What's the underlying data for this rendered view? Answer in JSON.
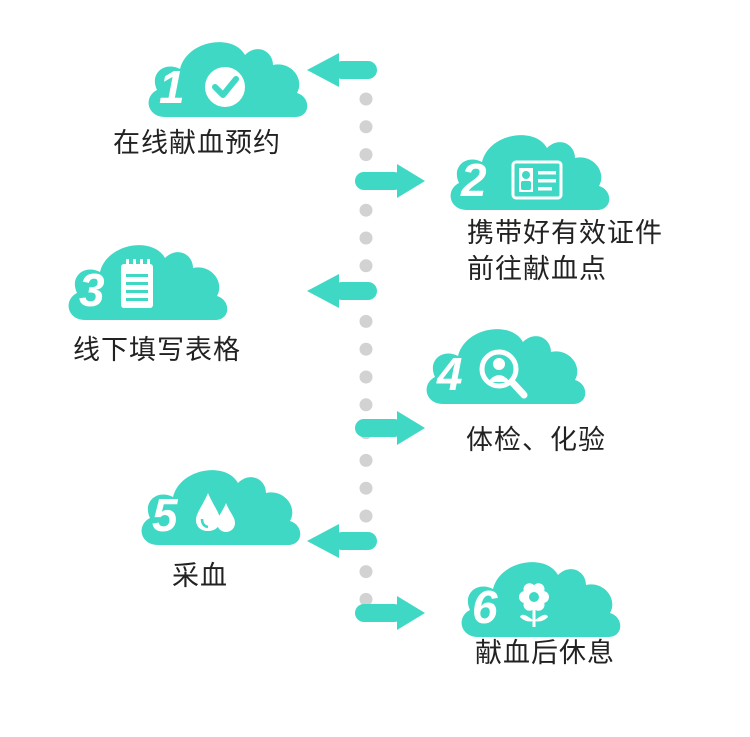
{
  "colors": {
    "accent": "#3fd8c5",
    "dots": "#d2d2d2",
    "text": "#222222",
    "icon_fill": "#ffffff"
  },
  "steps": [
    {
      "number": "1",
      "icon": "check-circle-icon",
      "label_lines": [
        "在线献血预约"
      ],
      "side": "left"
    },
    {
      "number": "2",
      "icon": "id-card-icon",
      "label_lines": [
        "携带好有效证件",
        "前往献血点"
      ],
      "side": "right"
    },
    {
      "number": "3",
      "icon": "notepad-icon",
      "label_lines": [
        "线下填写表格"
      ],
      "side": "left"
    },
    {
      "number": "4",
      "icon": "magnify-person-icon",
      "label_lines": [
        "体检、化验"
      ],
      "side": "right"
    },
    {
      "number": "5",
      "icon": "blood-drops-icon",
      "label_lines": [
        "采血"
      ],
      "side": "left"
    },
    {
      "number": "6",
      "icon": "flower-icon",
      "label_lines": [
        "献血后休息"
      ],
      "side": "right"
    }
  ]
}
